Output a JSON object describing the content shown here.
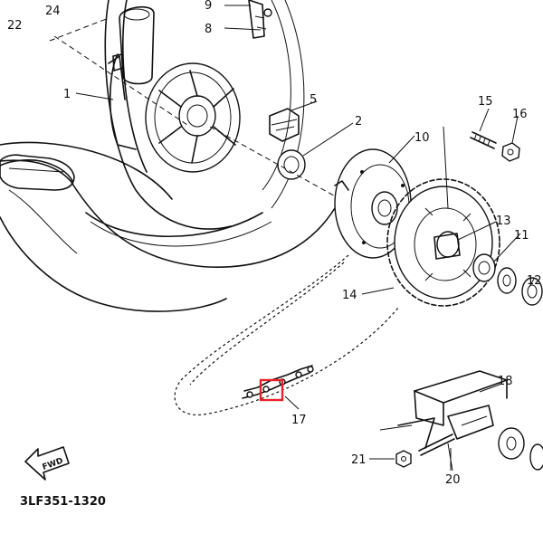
{
  "diagram": {
    "part_labels": [
      "1",
      "2",
      "5",
      "8",
      "9",
      "10",
      "11",
      "12",
      "13",
      "14",
      "15",
      "16",
      "17",
      "18",
      "20",
      "21",
      "22",
      "24"
    ],
    "code": "3LF351-1320",
    "forward_badge": "FWD",
    "colors": {
      "ink": "#111111",
      "paper": "#ffffff",
      "highlight": "#e8212a"
    }
  }
}
